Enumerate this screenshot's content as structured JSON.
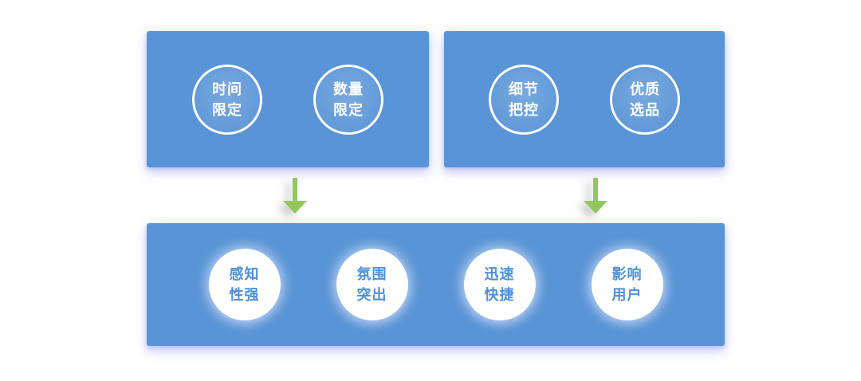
{
  "colors": {
    "box_fill": "#5894D6",
    "top_bubble_border": "#FFFFFF",
    "top_bubble_text": "#FFFFFF",
    "bottom_bubble_fill": "#FFFFFF",
    "bottom_bubble_text": "#4E90D9",
    "arrow_green": "#90C85E",
    "box_glow": "#C8CCF2"
  },
  "top_left_box": {
    "bubbles": [
      {
        "lines": [
          "时间",
          "限定"
        ]
      },
      {
        "lines": [
          "数量",
          "限定"
        ]
      }
    ]
  },
  "top_right_box": {
    "bubbles": [
      {
        "lines": [
          "细节",
          "把控"
        ]
      },
      {
        "lines": [
          "优质",
          "选品"
        ]
      }
    ]
  },
  "bottom_box": {
    "bubbles": [
      {
        "lines": [
          "感知",
          "性强"
        ]
      },
      {
        "lines": [
          "氛围",
          "突出"
        ]
      },
      {
        "lines": [
          "迅速",
          "快捷"
        ]
      },
      {
        "lines": [
          "影响",
          "用户"
        ]
      }
    ]
  },
  "arrows": [
    {
      "name": "left-down-arrow"
    },
    {
      "name": "right-down-arrow"
    }
  ]
}
